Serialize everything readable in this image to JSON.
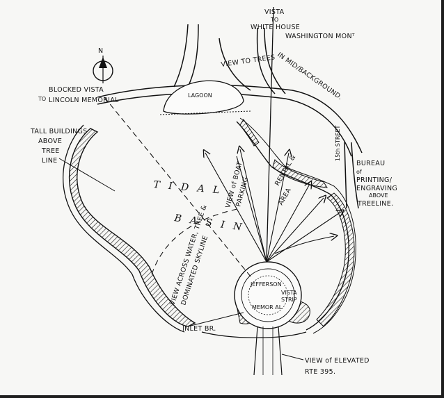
{
  "labels": {
    "vista": "VISTA",
    "to": "TO",
    "white_house": "WHITE HOUSE",
    "washington_mon": "WASHINGTON MONᵀ",
    "view_to_trees": "VIEW TO TREES",
    "mid_background": "IN MID/BACKGROUND.",
    "north": "N",
    "blocked_vista": "BLOCKED VISTA",
    "to_small": "TO",
    "lincoln_memorial": "LINCOLN MEMORIAL",
    "lagoon": "LAGOON",
    "tall_buildings": "TALL BUILDINGS",
    "above": "ABOVE",
    "tree": "TREE",
    "line": "LINE",
    "tidal": "T I D A L",
    "basin": "B A S I N",
    "street": "15th STREET",
    "bureau_1": "BUREAU",
    "bureau_2": "of",
    "bureau_3": "PRINTING/",
    "bureau_4": "ENGRAVING",
    "bureau_5": "ABOVE",
    "bureau_6": "TREELINE.",
    "view_of_boat": "VIEW of BOAT",
    "parking": "PARKING",
    "rental": "RENTAL &",
    "area": "AREA",
    "view_across_1": "VIEW ACROSS WATER, TREE &",
    "view_across_2": "DOMINATED SKYLINE",
    "jefferson": "JEFFERSON",
    "memorial": "MEMOR AL",
    "vista_strip_1": "VISTA",
    "vista_strip_2": "STRIP",
    "inlet": "INLET BR.",
    "view_elevated": "VIEW of ELEVATED",
    "rte": "RTE 395."
  }
}
